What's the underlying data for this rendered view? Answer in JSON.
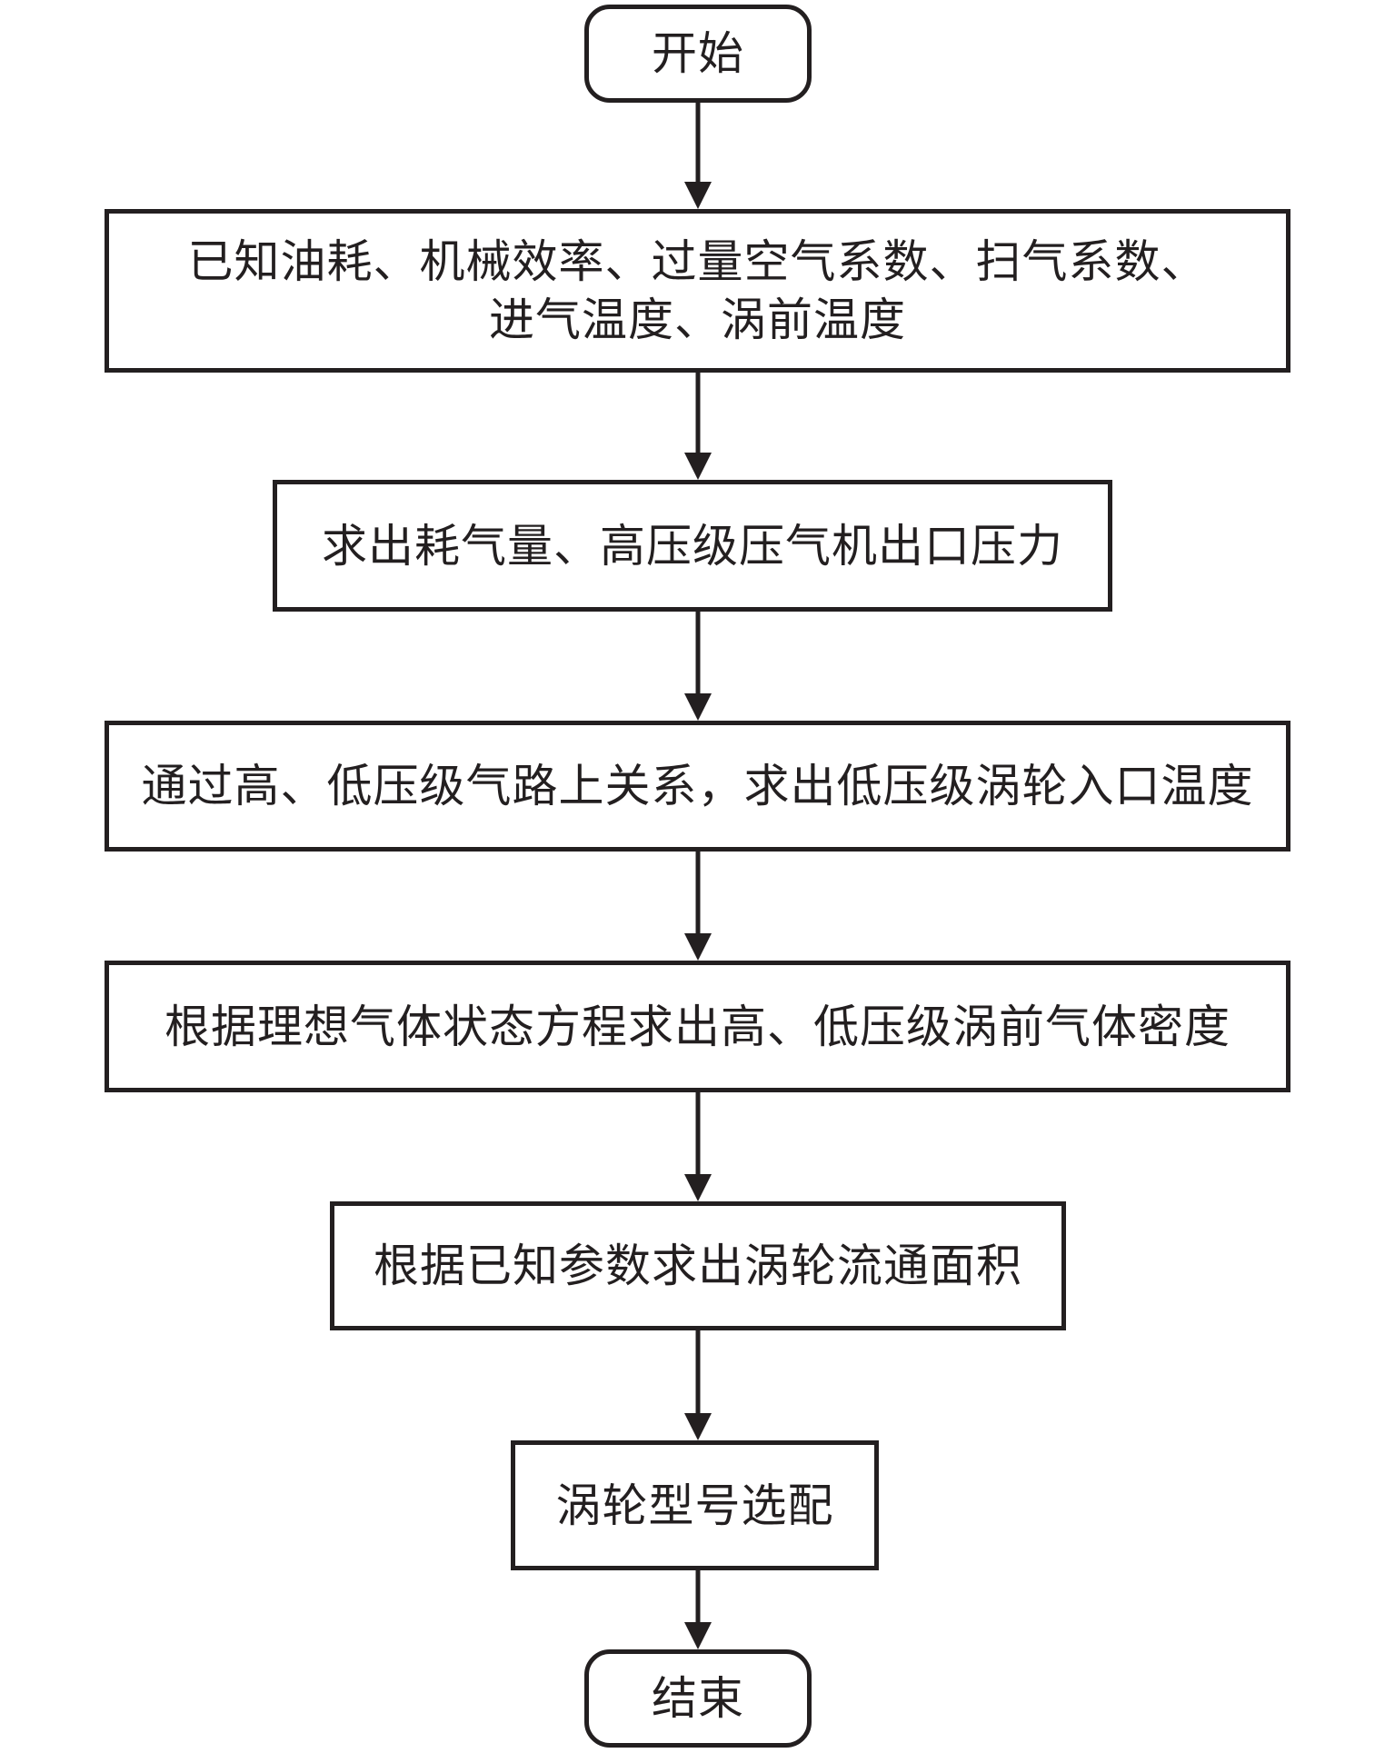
{
  "flowchart": {
    "nodes": [
      {
        "id": "start",
        "type": "terminal",
        "label": "开始"
      },
      {
        "id": "step1",
        "type": "process",
        "label": "已知油耗、机械效率、过量空气系数、扫气系数、\n进气温度、涡前温度"
      },
      {
        "id": "step2",
        "type": "process",
        "label": "求出耗气量、高压级压气机出口压力"
      },
      {
        "id": "step3",
        "type": "process",
        "label": "通过高、低压级气路上关系，求出低压级涡轮入口温度"
      },
      {
        "id": "step4",
        "type": "process",
        "label": "根据理想气体状态方程求出高、低压级涡前气体密度"
      },
      {
        "id": "step5",
        "type": "process",
        "label": "根据已知参数求出涡轮流通面积"
      },
      {
        "id": "step6",
        "type": "process",
        "label": "涡轮型号选配"
      },
      {
        "id": "end",
        "type": "terminal",
        "label": "结束"
      }
    ],
    "edges": [
      {
        "from": "start",
        "to": "step1"
      },
      {
        "from": "step1",
        "to": "step2"
      },
      {
        "from": "step2",
        "to": "step3"
      },
      {
        "from": "step3",
        "to": "step4"
      },
      {
        "from": "step4",
        "to": "step5"
      },
      {
        "from": "step5",
        "to": "step6"
      },
      {
        "from": "step6",
        "to": "end"
      }
    ],
    "stroke_color": "#231f20"
  }
}
